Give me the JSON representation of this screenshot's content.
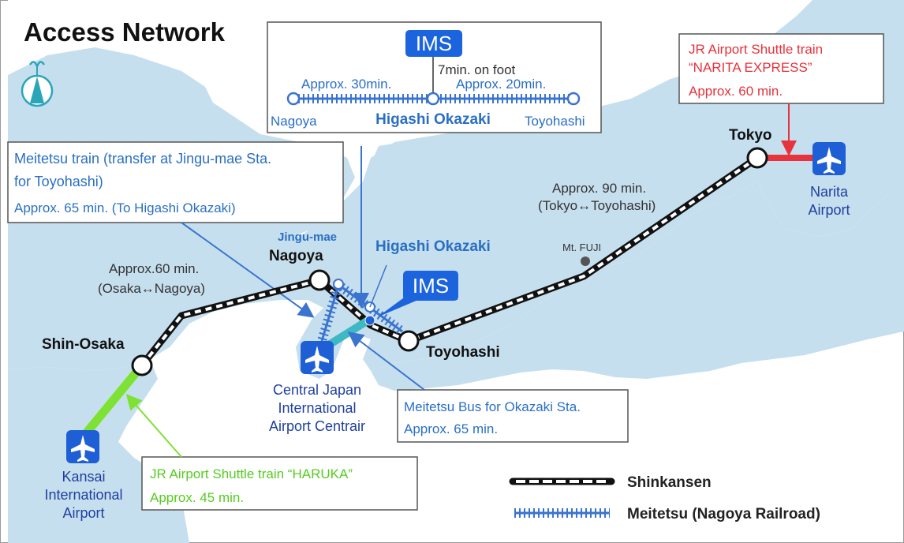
{
  "title": "Access Network",
  "colors": {
    "sea": "#ffffff",
    "land": "#c6dfee",
    "meitetsu": "#3a74cf",
    "accent_blue": "#1f5fd6",
    "ims_blue": "#1c64dd",
    "red": "#e8323c",
    "green": "#7ee234",
    "teal_bus": "#3eb8c5",
    "black": "#111111"
  },
  "compass": {
    "icon": "compass-north-icon"
  },
  "ims_inset": {
    "badge": "IMS",
    "walk": "7min. on foot",
    "left_time": "Approx. 30min.",
    "right_time": "Approx. 20min.",
    "left_station": "Nagoya",
    "center_station": "Higashi Okazaki",
    "right_station": "Toyohashi"
  },
  "narita_box": {
    "line1": "JR Airport Shuttle train",
    "line2": "“NARITA EXPRESS”",
    "time": "Approx. 60 min."
  },
  "meitetsu_box": {
    "line1": "Meitetsu train (transfer at Jingu-mae Sta.",
    "line2": "for Toyohashi)",
    "time": "Approx. 65 min. (To Higashi Okazaki)"
  },
  "bus_box": {
    "line1": "Meitetsu Bus for Okazaki Sta.",
    "time": "Approx. 65 min."
  },
  "haruka_box": {
    "line1": "JR Airport Shuttle train “HARUKA”",
    "time": "Approx. 45 min."
  },
  "cities": {
    "tokyo": "Tokyo",
    "nagoya": "Nagoya",
    "shin_osaka": "Shin-Osaka",
    "toyohashi": "Toyohashi",
    "higashi_okazaki": "Higashi Okazaki",
    "jingu_mae": "Jingu-mae",
    "mt_fuji": "Mt. FUJI",
    "ims": "IMS"
  },
  "times": {
    "tokyo_toyohashi_1": "Approx. 90 min.",
    "tokyo_toyohashi_2": "(Tokyo↔Toyohashi)",
    "osaka_nagoya_1": "Approx.60 min.",
    "osaka_nagoya_2": "(Osaka↔Nagoya)"
  },
  "airports": {
    "narita_1": "Narita",
    "narita_2": "Airport",
    "centrair_1": "Central Japan",
    "centrair_2": "International",
    "centrair_3": "Airport Centrair",
    "kansai_1": "Kansai",
    "kansai_2": "International",
    "kansai_3": "Airport"
  },
  "legend": {
    "shinkansen": "Shinkansen",
    "meitetsu": "Meitetsu (Nagoya Railroad)"
  }
}
